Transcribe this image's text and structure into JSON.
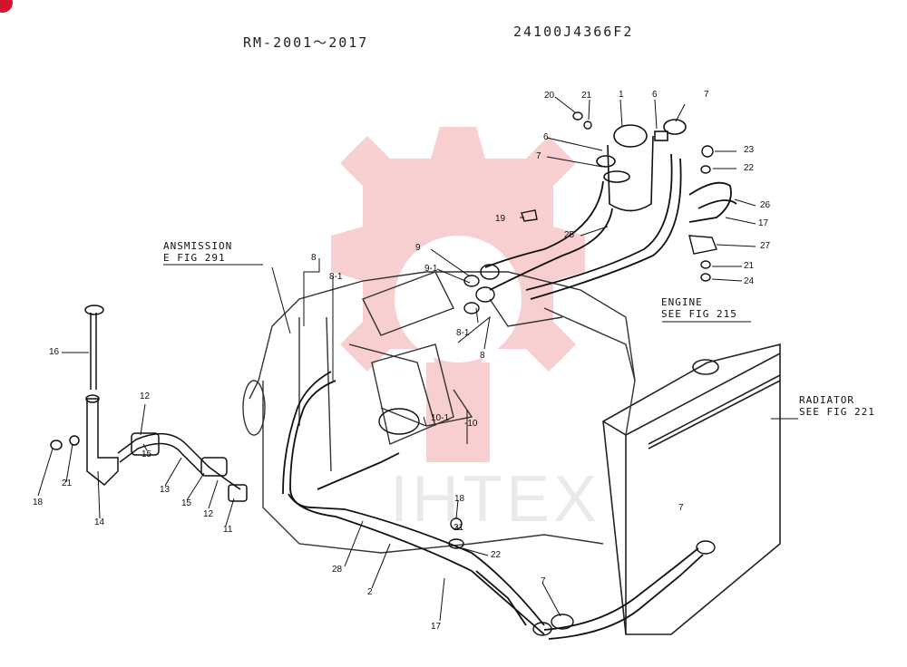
{
  "header": {
    "model_range": "RM-2001～2017",
    "part_number": "24100J4366F2"
  },
  "references": {
    "transmission_line1": "ANSMISSION",
    "transmission_line2": "E FIG 291",
    "engine_line1": "ENGINE",
    "engine_line2": "SEE FIG 215",
    "radiator_line1": "RADIATOR",
    "radiator_line2": "SEE FIG 221"
  },
  "watermark": {
    "text": "IHTEX",
    "gear_color": "#f3a9ad"
  },
  "callouts": [
    {
      "id": "c20a",
      "text": "20"
    },
    {
      "id": "c21a",
      "text": "21"
    },
    {
      "id": "c1",
      "text": "1"
    },
    {
      "id": "c6a",
      "text": "6"
    },
    {
      "id": "c7a",
      "text": "7"
    },
    {
      "id": "c6b",
      "text": "6"
    },
    {
      "id": "c7b",
      "text": "7"
    },
    {
      "id": "c23",
      "text": "23"
    },
    {
      "id": "c22a",
      "text": "22"
    },
    {
      "id": "c26",
      "text": "26"
    },
    {
      "id": "c17a",
      "text": "17"
    },
    {
      "id": "c19",
      "text": "19"
    },
    {
      "id": "c25",
      "text": "25"
    },
    {
      "id": "c27",
      "text": "27"
    },
    {
      "id": "c21b",
      "text": "21"
    },
    {
      "id": "c24",
      "text": "24"
    },
    {
      "id": "c9",
      "text": "9"
    },
    {
      "id": "c9_1",
      "text": "9-1"
    },
    {
      "id": "c8a",
      "text": "8"
    },
    {
      "id": "c8_1a",
      "text": "8-1"
    },
    {
      "id": "c8_1b",
      "text": "8-1"
    },
    {
      "id": "c8b",
      "text": "8"
    },
    {
      "id": "c10_1",
      "text": "10-1"
    },
    {
      "id": "c10",
      "text": "-10"
    },
    {
      "id": "c16",
      "text": "16"
    },
    {
      "id": "c12a",
      "text": "12"
    },
    {
      "id": "c15a",
      "text": "15"
    },
    {
      "id": "c18a",
      "text": "18"
    },
    {
      "id": "c21c",
      "text": "21"
    },
    {
      "id": "c14",
      "text": "14"
    },
    {
      "id": "c13",
      "text": "13"
    },
    {
      "id": "c15b",
      "text": "15"
    },
    {
      "id": "c12b",
      "text": "12"
    },
    {
      "id": "c11",
      "text": "11"
    },
    {
      "id": "c18b",
      "text": "18"
    },
    {
      "id": "c21d",
      "text": "21"
    },
    {
      "id": "c22b",
      "text": "22"
    },
    {
      "id": "c28",
      "text": "28"
    },
    {
      "id": "c2",
      "text": "2"
    },
    {
      "id": "c17b",
      "text": "17"
    },
    {
      "id": "c7c",
      "text": "7"
    },
    {
      "id": "c7d",
      "text": "7"
    }
  ]
}
